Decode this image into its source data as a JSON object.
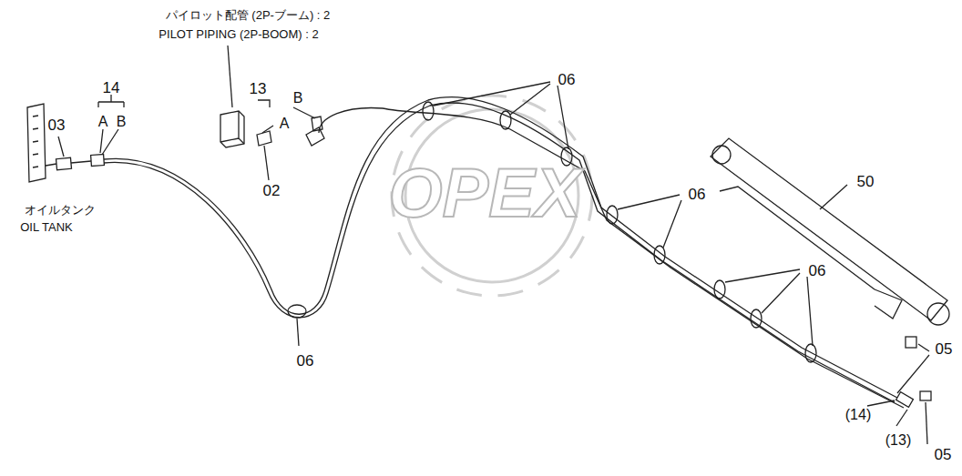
{
  "diagram": {
    "labels": [
      "パイロット配管 (2P-ブーム) : 2",
      "PILOT PIPING (2P-BOOM) : 2",
      "14",
      "A",
      "B",
      "13",
      "A",
      "B",
      "03",
      "02",
      "06",
      "06",
      "06",
      "06",
      "50",
      "オイルタンク",
      "OIL TANK",
      "05",
      "(14)",
      "(13)",
      "05",
      "OPEX"
    ]
  }
}
